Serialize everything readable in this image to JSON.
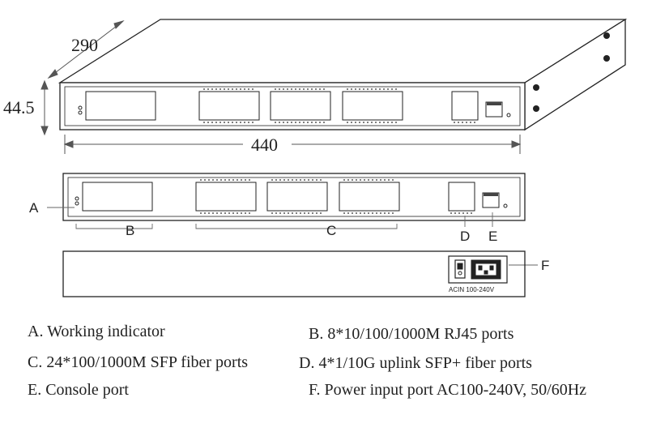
{
  "dimensions": {
    "depth": "290",
    "height": "44.5",
    "width": "440"
  },
  "callouts": {
    "a": "A",
    "b": "B",
    "c": "C",
    "d": "D",
    "e": "E",
    "f": "F"
  },
  "power_label": "ACIN 100-240V",
  "legend": [
    {
      "text": "A. Working indicator"
    },
    {
      "text": "B. 8*10/100/1000M RJ45 ports"
    },
    {
      "text": "C. 24*100/1000M SFP fiber ports"
    },
    {
      "text": "D. 4*1/10G uplink SFP+ fiber ports"
    },
    {
      "text": "E. Console port"
    },
    {
      "text": "F. Power input port AC100-240V, 50/60Hz"
    }
  ]
}
